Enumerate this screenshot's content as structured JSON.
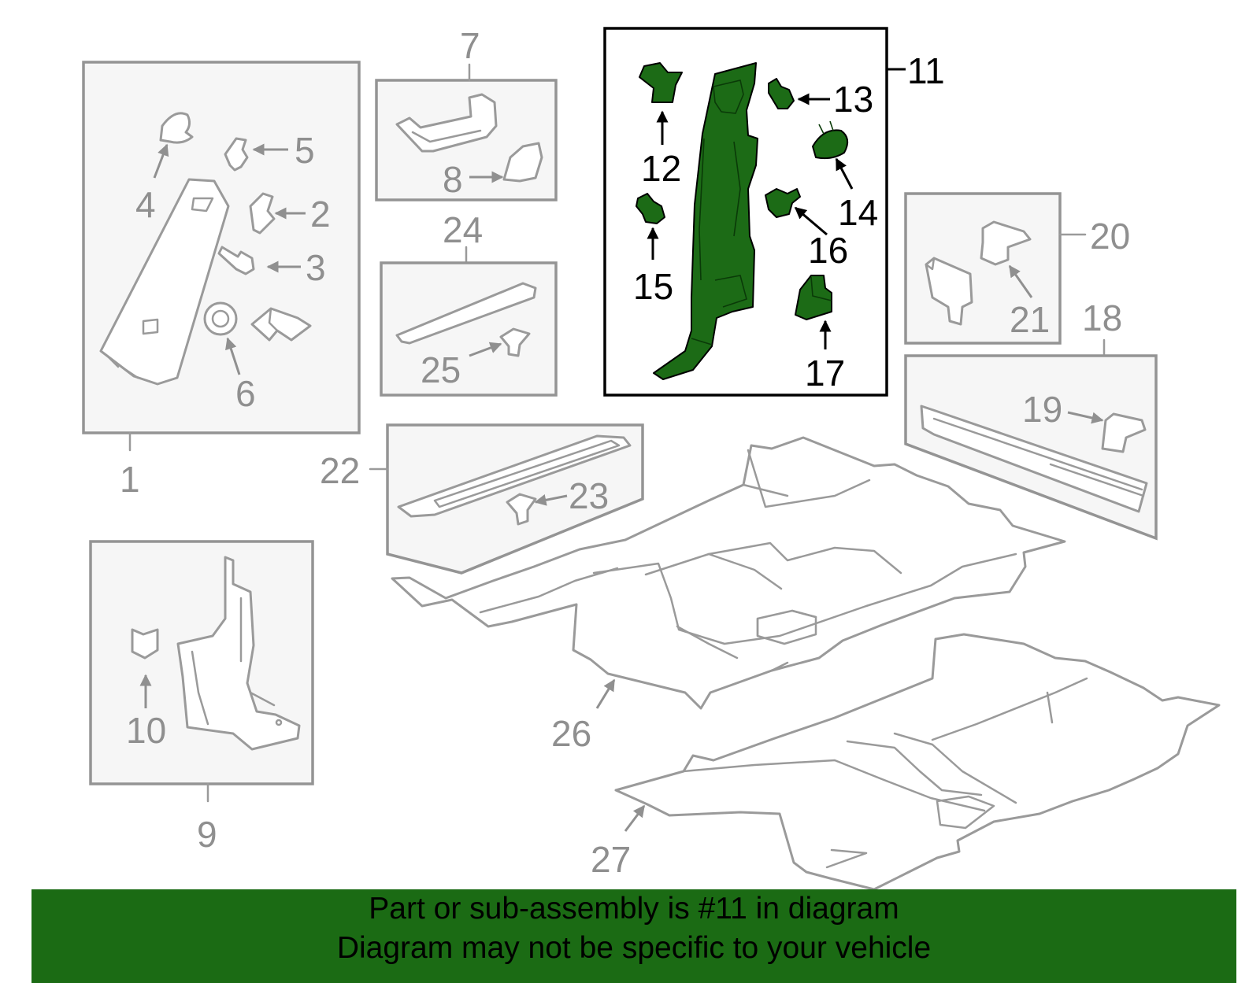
{
  "callouts": {
    "c1": "1",
    "c2": "2",
    "c3": "3",
    "c4": "4",
    "c5": "5",
    "c6": "6",
    "c7": "7",
    "c8": "8",
    "c9": "9",
    "c10": "10",
    "c11": "11",
    "c12": "12",
    "c13": "13",
    "c14": "14",
    "c15": "15",
    "c16": "16",
    "c17": "17",
    "c18": "18",
    "c19": "19",
    "c20": "20",
    "c21": "21",
    "c22": "22",
    "c23": "23",
    "c24": "24",
    "c25": "25",
    "c26": "26",
    "c27": "27"
  },
  "highlight": {
    "part": "11",
    "color": "#1b6b14"
  },
  "banner": {
    "line1": "Part or sub-assembly is #11 in diagram",
    "line2": "Diagram may not be specific to your vehicle"
  }
}
